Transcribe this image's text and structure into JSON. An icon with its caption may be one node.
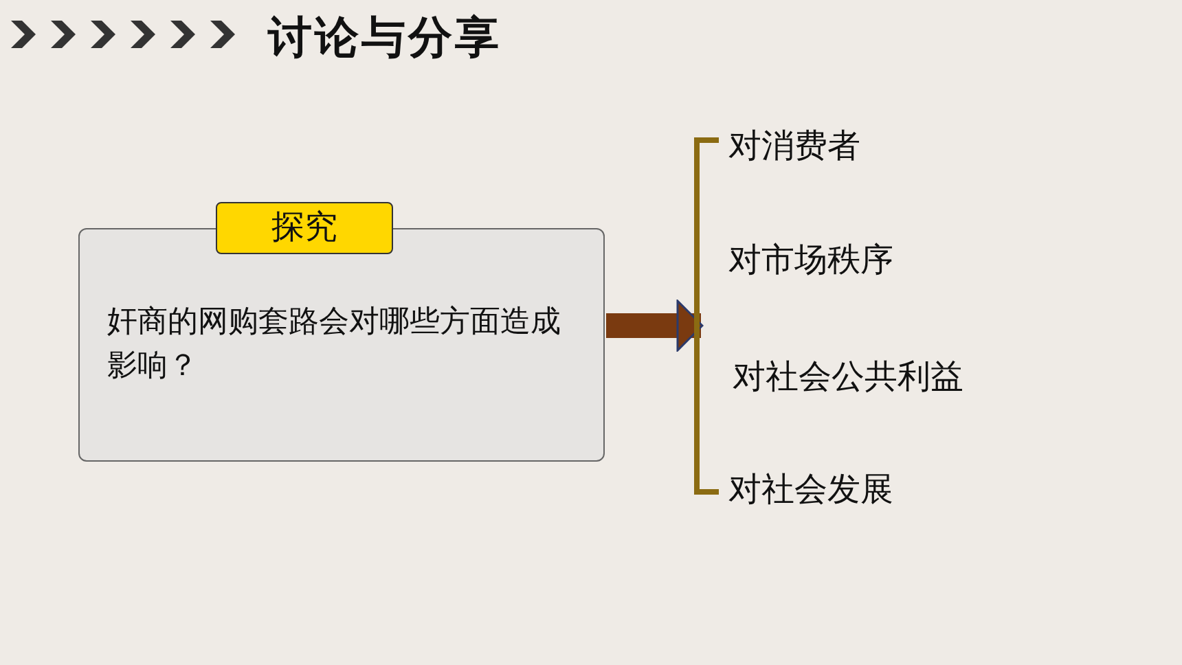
{
  "diagram": {
    "title": "讨论与分享",
    "nodes": [
      {
        "text": [
          "奸商的网购套路会对哪些方面造成影响？"
        ]
      },
      {
        "text": [
          "探究"
        ]
      },
      {
        "text": [],
        "shape": "bracket",
        "beside": [
          "对消费者",
          "对市场秩序",
          "对社会公共利益",
          "对社会发展"
        ]
      }
    ],
    "edges": [
      {
        "from": 0,
        "to": 2,
        "arrow": "to"
      }
    ]
  }
}
